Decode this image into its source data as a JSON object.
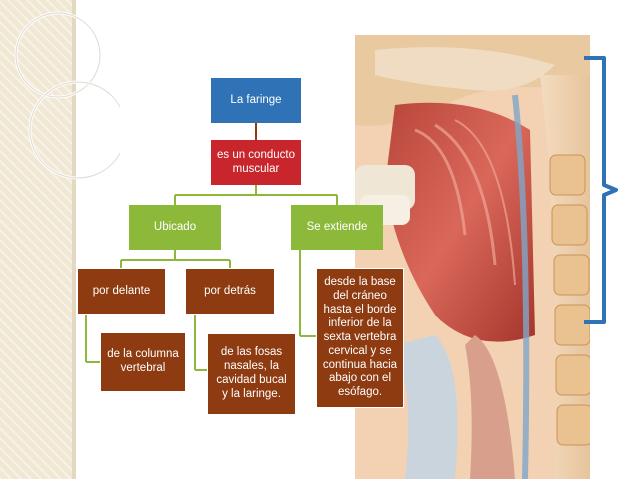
{
  "diagram": {
    "root": "La faringe",
    "definition": "es un conducto muscular",
    "branches": [
      {
        "label": "Ubicado",
        "children": [
          {
            "label": "por delante",
            "detail": "de la columna vertebral"
          },
          {
            "label": "por detrás",
            "detail": "de las fosas nasales, la cavidad bucal y la laringe."
          }
        ]
      },
      {
        "label": "Se extiende",
        "detail": "desde la base del cráneo hasta el borde inferior de la sexta vertebra cervical y se continua hacia abajo con el esófago."
      }
    ]
  },
  "colors": {
    "root": "#2f72b6",
    "definition": "#c8262c",
    "branch": "#8db93b",
    "leaf": "#8e3b11",
    "bracket": "#2f72b6"
  }
}
